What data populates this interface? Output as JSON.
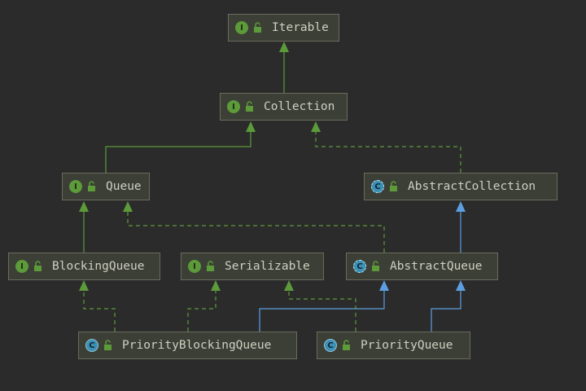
{
  "colors": {
    "background": "#2b2b2b",
    "node_fill": "#3c3f35",
    "node_border": "#6b6b5e",
    "text": "#cfcfc2",
    "interface_icon": "#5c9a3a",
    "class_icon": "#3d8fb3",
    "extends_interface_edge": "#5c9a3a",
    "implements_edge": "#5c9a3a",
    "extends_class_edge": "#5c9ee0"
  },
  "nodes": {
    "iterable": {
      "label": "Iterable",
      "kind": "I",
      "icon": "interface-icon"
    },
    "collection": {
      "label": "Collection",
      "kind": "I",
      "icon": "interface-icon"
    },
    "queue": {
      "label": "Queue",
      "kind": "I",
      "icon": "interface-icon"
    },
    "abstract_collection": {
      "label": "AbstractCollection",
      "kind": "C",
      "icon": "abstract-class-icon"
    },
    "blocking_queue": {
      "label": "BlockingQueue",
      "kind": "I",
      "icon": "interface-icon"
    },
    "serializable": {
      "label": "Serializable",
      "kind": "I",
      "icon": "interface-icon"
    },
    "abstract_queue": {
      "label": "AbstractQueue",
      "kind": "C",
      "icon": "abstract-class-icon"
    },
    "priority_blocking_queue": {
      "label": "PriorityBlockingQueue",
      "kind": "C",
      "icon": "class-icon"
    },
    "priority_queue": {
      "label": "PriorityQueue",
      "kind": "C",
      "icon": "class-icon"
    }
  }
}
